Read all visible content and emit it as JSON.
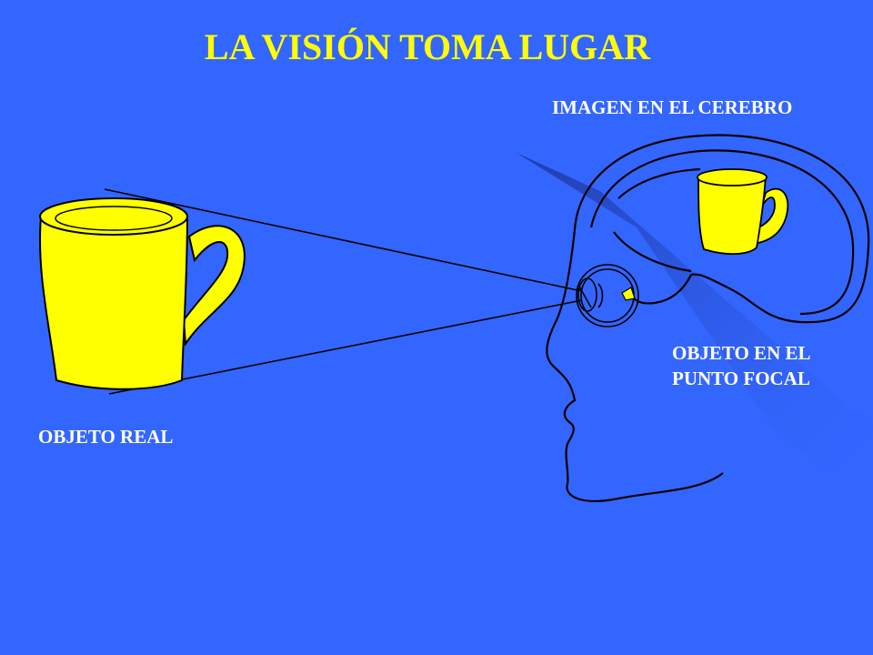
{
  "slide": {
    "title": "LA VISIÓN TOMA LUGAR",
    "labels": {
      "brain_image": "IMAGEN EN EL CEREBRO",
      "focal_point_line1": "OBJETO EN EL",
      "focal_point_line2": "PUNTO FOCAL",
      "real_object": "OBJETO REAL"
    }
  },
  "colors": {
    "background": "#3366FF",
    "title": "#FFFF00",
    "labels": "#FFFFFF",
    "mug": "#FFFF00",
    "outline": "#000000"
  },
  "icons": [
    "real-mug-icon",
    "brain-mug-icon",
    "head-profile-icon",
    "eye-icon"
  ]
}
